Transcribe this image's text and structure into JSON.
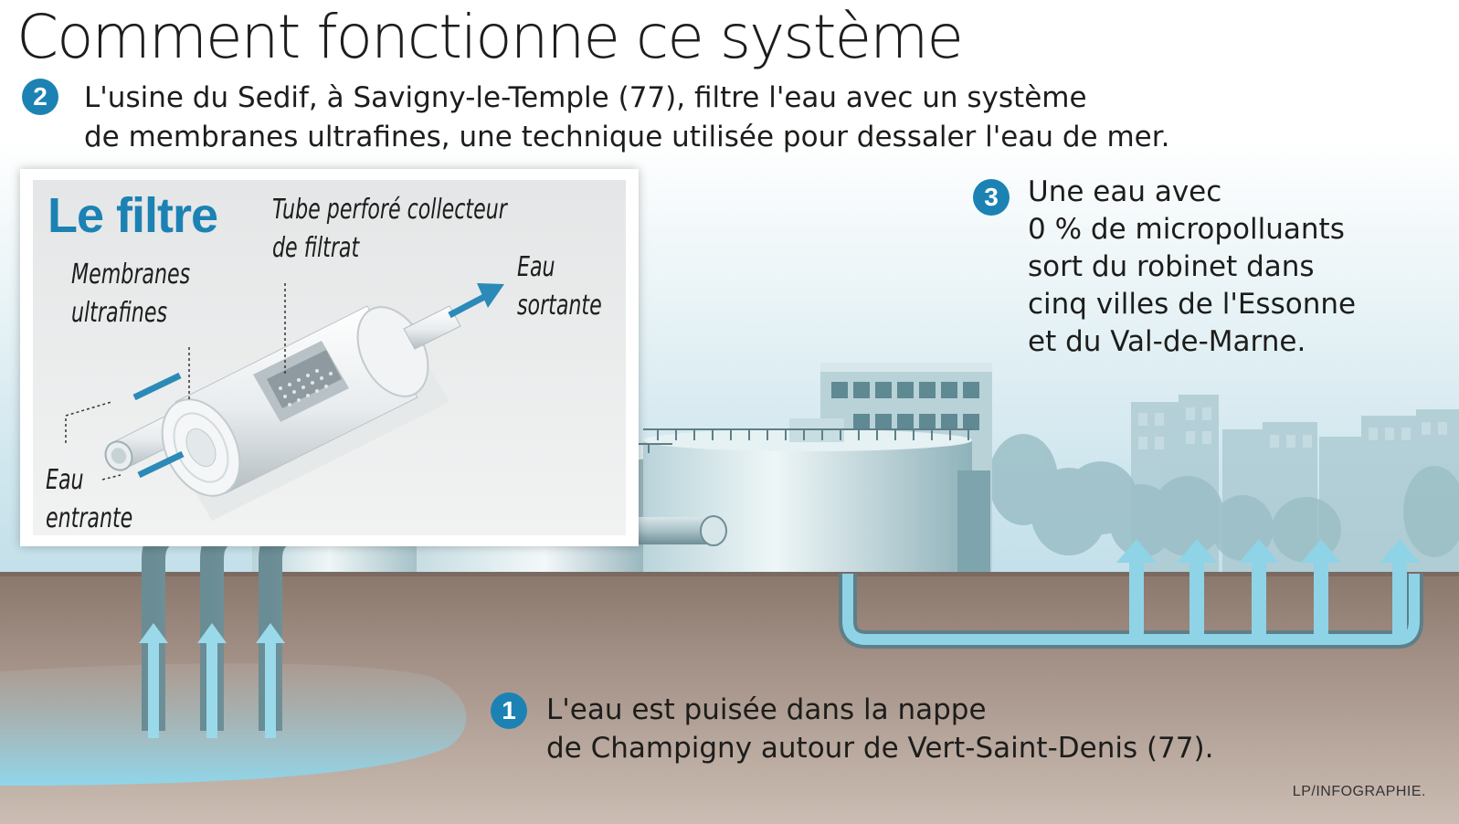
{
  "title": "Comment fonctionne ce système",
  "steps": [
    {
      "number": "1",
      "line1": "L'eau est puisée dans la nappe",
      "line2": "de Champigny autour de Vert-Saint-Denis (77)."
    },
    {
      "number": "2",
      "line1": "L'usine du Sedif, à Savigny-le-Temple (77), filtre l'eau avec un système",
      "line2": "de membranes ultrafines, une technique utilisée pour dessaler l'eau de mer."
    },
    {
      "number": "3",
      "lines": [
        "Une eau avec",
        "0 % de micropolluants",
        "sort du robinet dans",
        "cinq villes de l'Essonne",
        "et du Val-de-Marne."
      ]
    }
  ],
  "filter": {
    "title": "Le filtre",
    "tube_line1": "Tube perforé collecteur",
    "tube_line2": "de filtrat",
    "membranes_line1": "Membranes",
    "membranes_line2": "ultrafines",
    "out_line1": "Eau",
    "out_line2": "sortante",
    "in_line1": "Eau",
    "in_line2": "entrante"
  },
  "credit": "LP/INFOGRAPHIE.",
  "colors": {
    "accent": "#1c82b3",
    "water": "#8fd3e6",
    "ground": "#8f7a6e",
    "badge_text": "#ffffff"
  }
}
